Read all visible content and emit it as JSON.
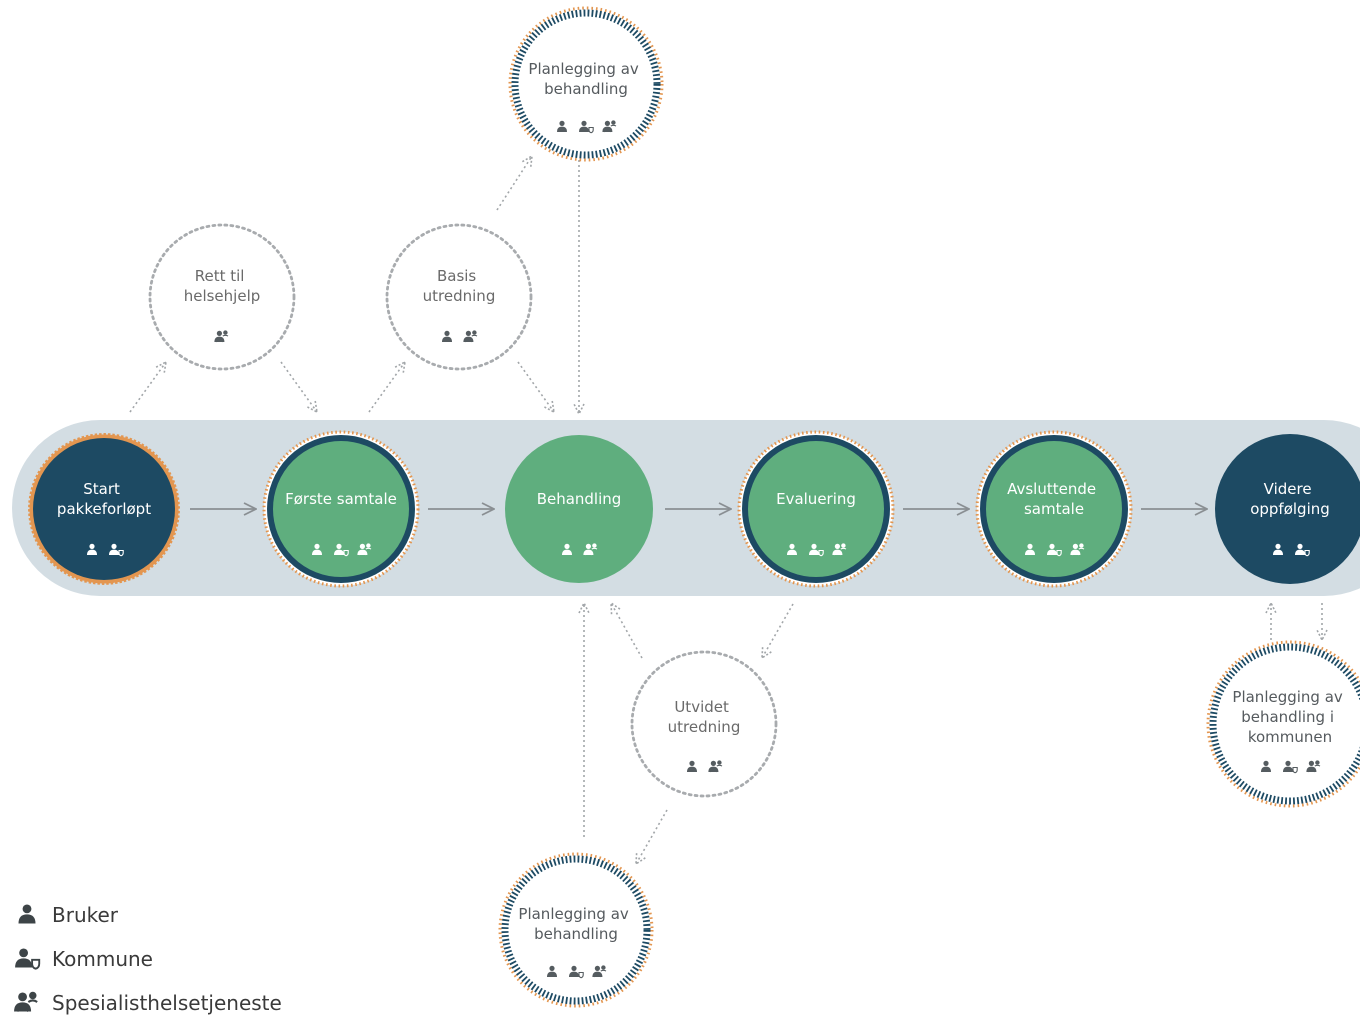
{
  "main_nodes": [
    {
      "lines": [
        "Start",
        "pakkeforløpt"
      ],
      "icons": [
        "bruker",
        "kommune"
      ]
    },
    {
      "lines": [
        "Første samtale"
      ],
      "icons": [
        "bruker",
        "kommune",
        "spesialisthelsetjeneste"
      ]
    },
    {
      "lines": [
        "Behandling"
      ],
      "icons": [
        "bruker",
        "spesialisthelsetjeneste"
      ]
    },
    {
      "lines": [
        "Evaluering"
      ],
      "icons": [
        "bruker",
        "kommune",
        "spesialisthelsetjeneste"
      ]
    },
    {
      "lines": [
        "Avsluttende",
        "samtale"
      ],
      "icons": [
        "bruker",
        "kommune",
        "spesialisthelsetjeneste"
      ]
    },
    {
      "lines": [
        "Videre",
        "oppfølging"
      ],
      "icons": [
        "bruker",
        "kommune"
      ]
    }
  ],
  "side_nodes": [
    {
      "lines": [
        "Rett til",
        "helsehjelp"
      ],
      "icons": [
        "spesialisthelsetjeneste"
      ]
    },
    {
      "lines": [
        "Basis",
        "utredning"
      ],
      "icons": [
        "bruker",
        "spesialisthelsetjeneste"
      ]
    },
    {
      "lines": [
        "Utvidet",
        "utredning"
      ],
      "icons": [
        "bruker",
        "spesialisthelsetjeneste"
      ]
    }
  ],
  "planning_nodes": [
    {
      "lines": [
        "Planlegging av",
        "behandling"
      ],
      "icons": [
        "bruker",
        "kommune",
        "spesialisthelsetjeneste"
      ]
    },
    {
      "lines": [
        "Planlegging av",
        "behandling"
      ],
      "icons": [
        "bruker",
        "kommune",
        "spesialisthelsetjeneste"
      ]
    },
    {
      "lines": [
        "Planlegging av",
        "behandling i",
        "kommunen"
      ],
      "icons": [
        "bruker",
        "kommune",
        "spesialisthelsetjeneste"
      ]
    }
  ],
  "legend": [
    {
      "icon": "bruker",
      "label": "Bruker"
    },
    {
      "icon": "kommune",
      "label": "Kommune"
    },
    {
      "icon": "spesialisthelsetjeneste",
      "label": "Spesialisthelsetjeneste"
    }
  ],
  "colors": {
    "dark_navy": "#1d4a63",
    "green": "#5fae7e",
    "track": "#d3dde3",
    "orange": "#e39650",
    "arrow": "#8a8f93",
    "dotted": "#a2a6a9",
    "side_text": "#6a6a6a",
    "legend_icon": "#3d4447"
  }
}
